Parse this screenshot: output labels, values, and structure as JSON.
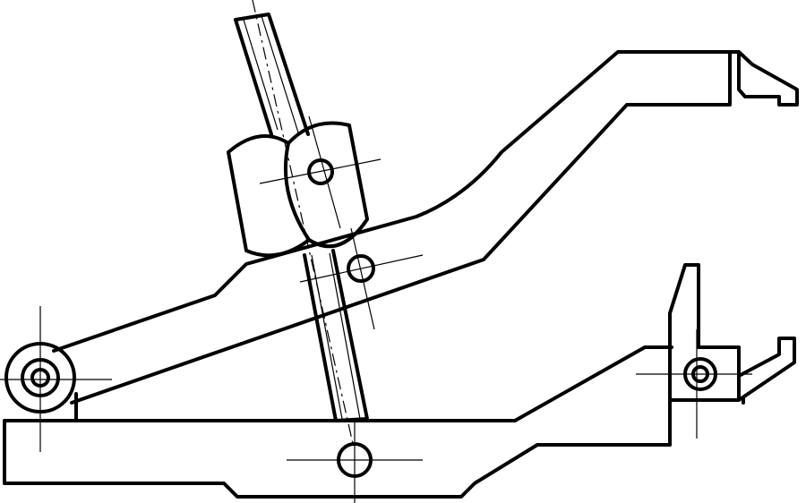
{
  "drawing": {
    "type": "mechanical-line-drawing",
    "colors": {
      "line": "#000000",
      "background": "#ffffff"
    },
    "parts": [
      "base-frame",
      "upper-lever-arm",
      "threaded-screw-rod",
      "nut-block",
      "pivot-pins",
      "jaw-clamp"
    ]
  }
}
